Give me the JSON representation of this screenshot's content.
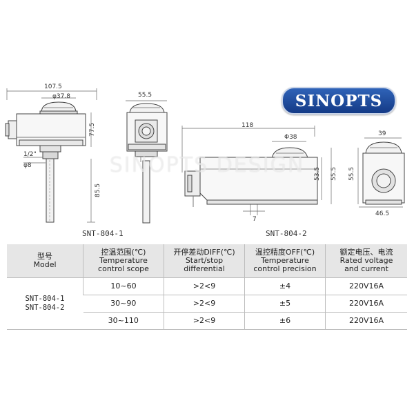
{
  "brand": {
    "name": "SINOPTS",
    "watermark": "SINOPTS DESIGN"
  },
  "drawing1": {
    "label": "SNT-804-1",
    "dims": {
      "width": "107.5",
      "dial": "φ37.8",
      "height": "77.5",
      "thread": "1/2\"",
      "probe_dia": "φ8",
      "probe_len": "85.5"
    }
  },
  "drawing2": {
    "label": "SNT-804-2",
    "dims": {
      "width": "55.5"
    }
  },
  "drawing3": {
    "dims": {
      "length": "118",
      "dial": "Φ38",
      "h1": "53.5",
      "h2": "55.5",
      "bottom": "7"
    }
  },
  "drawing4": {
    "dims": {
      "top": "39",
      "height": "55.5",
      "bottom": "46.5"
    }
  },
  "table": {
    "headers": [
      {
        "cn": "型号",
        "en1": "Model",
        "en2": ""
      },
      {
        "cn": "控温范围(℃)",
        "en1": "Temperature",
        "en2": "control scope"
      },
      {
        "cn": "开停差动DIFF(℃)",
        "en1": "Start/stop",
        "en2": "differential"
      },
      {
        "cn": "温控精度OFF(℃)",
        "en1": "Temperature",
        "en2": "control precision"
      },
      {
        "cn": "额定电压、电流",
        "en1": "Rated voltage",
        "en2": "and current"
      }
    ],
    "models": [
      "SNT-804-1",
      "SNT-804-2"
    ],
    "rows": [
      {
        "range": "10~60",
        "diff": ">2<9",
        "precision": "±4",
        "rating": "220V16A"
      },
      {
        "range": "30~90",
        "diff": ">2<9",
        "precision": "±5",
        "rating": "220V16A"
      },
      {
        "range": "30~110",
        "diff": ">2<9",
        "precision": "±6",
        "rating": "220V16A"
      }
    ]
  }
}
